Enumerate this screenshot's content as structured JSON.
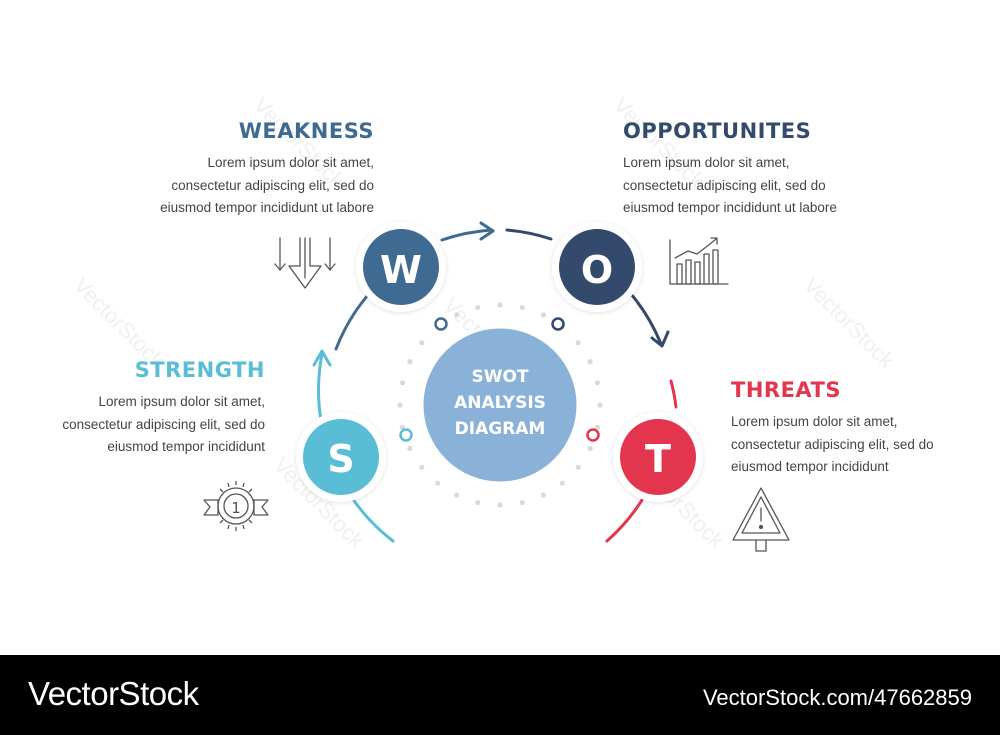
{
  "colors": {
    "strength": "#59BDD6",
    "weakness": "#3F6A91",
    "opportunities": "#344A6C",
    "threats": "#E3354E",
    "center": "#8AB2D8",
    "text": "#444444"
  },
  "center": {
    "line1": "SWOT",
    "line2": "ANALYSIS",
    "line3": "DIAGRAM"
  },
  "weakness": {
    "letter": "W",
    "title": "WEAKNESS",
    "lines": [
      "Lorem ipsum dolor sit amet,",
      "consectetur adipiscing elit, sed do",
      "eiusmod tempor incididunt ut labore"
    ],
    "icon": "arrows-down-icon"
  },
  "opportunities": {
    "letter": "O",
    "title": "OPPORTUNITES",
    "lines": [
      "Lorem ipsum dolor sit amet,",
      "consectetur adipiscing elit, sed do",
      "eiusmod tempor incididunt ut labore"
    ],
    "icon": "growth-chart-icon"
  },
  "strength": {
    "letter": "S",
    "title": "STRENGTH",
    "lines": [
      "Lorem ipsum dolor sit amet,",
      "consectetur adipiscing elit, sed do",
      "eiusmod tempor incididunt"
    ],
    "icon": "medal-icon",
    "medal_number": "1"
  },
  "threats": {
    "letter": "T",
    "title": "THREATS",
    "lines": [
      "Lorem ipsum dolor sit amet,",
      "consectetur adipiscing elit, sed do",
      "eiusmod tempor incididunt"
    ],
    "icon": "warning-sign-icon"
  },
  "footer": {
    "brand": "VectorStock",
    "id": "VectorStock.com/47662859"
  },
  "watermark": "VectorStock"
}
